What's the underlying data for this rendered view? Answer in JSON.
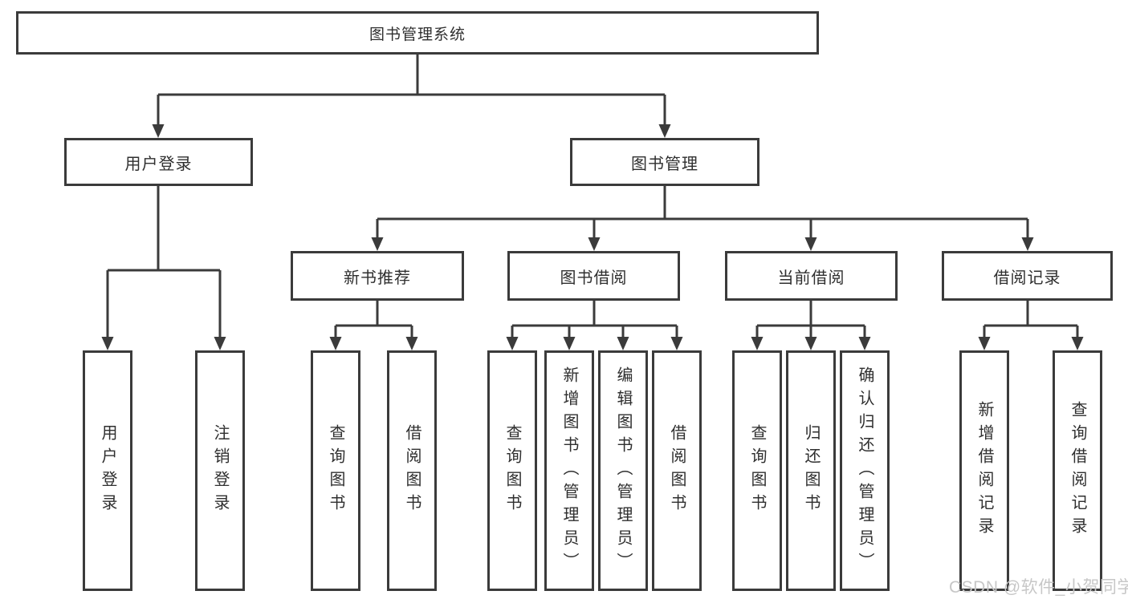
{
  "colors": {
    "line": "#3b3b3b",
    "box_border": "#3b3b3b",
    "box_background": "#ffffff",
    "text": "#2f2f2f",
    "watermark": "#c7c7c7"
  },
  "watermark": "CSDN @软件_小贺同学",
  "tree": {
    "root": {
      "label": "图书管理系统",
      "children": [
        {
          "label": "用户登录",
          "children": [
            {
              "label": "用户登录"
            },
            {
              "label": "注销登录"
            }
          ]
        },
        {
          "label": "图书管理",
          "children": [
            {
              "label": "新书推荐",
              "children": [
                {
                  "label": "查询图书"
                },
                {
                  "label": "借阅图书"
                }
              ]
            },
            {
              "label": "图书借阅",
              "children": [
                {
                  "label": "查询图书"
                },
                {
                  "label": "新增图书（管理员）"
                },
                {
                  "label": "编辑图书（管理员）"
                },
                {
                  "label": "借阅图书"
                }
              ]
            },
            {
              "label": "当前借阅",
              "children": [
                {
                  "label": "查询图书"
                },
                {
                  "label": "归还图书"
                },
                {
                  "label": "确认归还（管理员）"
                }
              ]
            },
            {
              "label": "借阅记录",
              "children": [
                {
                  "label": "新增借阅记录"
                },
                {
                  "label": "查询借阅记录"
                }
              ]
            }
          ]
        }
      ]
    }
  }
}
